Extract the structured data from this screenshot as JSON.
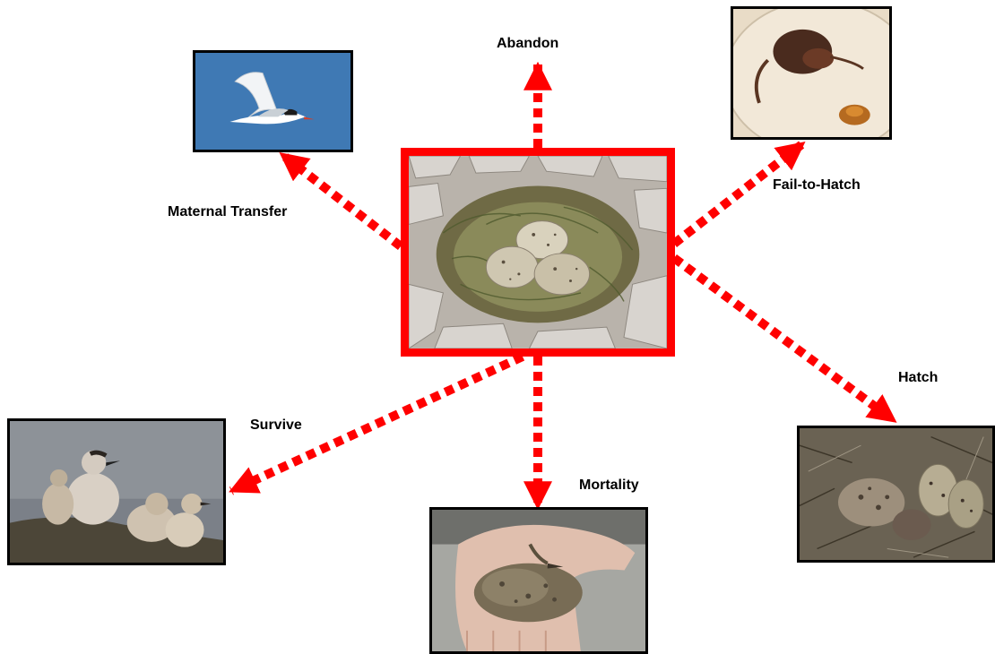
{
  "labels": {
    "abandon": "Abandon",
    "maternal_transfer": "Maternal Transfer",
    "fail_to_hatch": "Fail-to-Hatch",
    "hatch": "Hatch",
    "survive": "Survive",
    "mortality": "Mortality"
  },
  "photos": {
    "center": "nest-with-eggs",
    "maternal_transfer": "tern-in-flight",
    "fail_to_hatch": "failed-embryo-in-dish",
    "hatch": "hatchling-with-eggs",
    "survive": "tern-chicks",
    "mortality": "dead-chick-in-hand"
  },
  "colors": {
    "arrow": "#ff0000",
    "center_frame": "#ff0000",
    "photo_frame": "#000000",
    "text": "#000000"
  }
}
